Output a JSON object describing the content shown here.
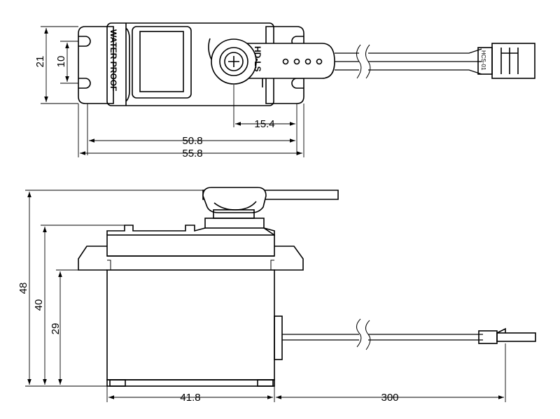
{
  "top_view": {
    "label_waterproof": "WATER PROOF",
    "label_model": "HD-LS",
    "connector_label": "HCS-01",
    "dim_width_inner": "50.8",
    "dim_width_outer": "55.8",
    "dim_shaft_offset": "15.4",
    "dim_height": "21",
    "dim_hole_spacing": "10"
  },
  "side_view": {
    "dim_total_height": "48",
    "dim_body_height": "40",
    "dim_mount_height": "29",
    "dim_body_length": "41.8",
    "dim_cable_length": "300"
  }
}
